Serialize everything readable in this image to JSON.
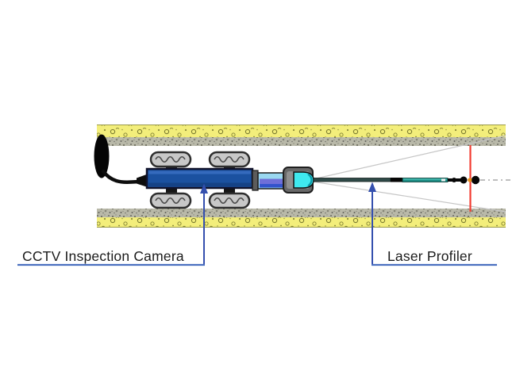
{
  "figure": {
    "type": "technical-diagram",
    "description": "Side view of a CCTV inspection camera crawler with attached laser profiler inside a pipe; laser ring projected on pipe wall shown as red line",
    "labels": {
      "cctv_camera": "CCTV Inspection Camera",
      "laser_profiler": "Laser Profiler"
    },
    "colors": {
      "pipe_wall_yellow": "#f3ee7b",
      "pipe_wall_aggregate": "#b9b9a9",
      "camera_body_blue": "#1b51a0",
      "wheel_gray": "#c8c8c8",
      "axle_black": "#161616",
      "cable_black": "#0d0d0d",
      "connector_gray": "#5c5c5c",
      "tube_light_blue": "#9ad8f0",
      "tube_purple": "#6f6fd8",
      "tube_royal_blue": "#3353cc",
      "laser_head_cyan": "#3fe9ef",
      "rod_dark": "#2e4a48",
      "rod_teal": "#1b8a82",
      "bead_black": "#060606",
      "laser_dot_orange": "#e8901a",
      "laser_ring_red": "#f23b30",
      "laser_beam_gray": "#c6c6c6",
      "leader_line_blue": "#4a6fc0",
      "arrow_blue": "#3550ae",
      "label_text": "#1b1b1b"
    }
  }
}
